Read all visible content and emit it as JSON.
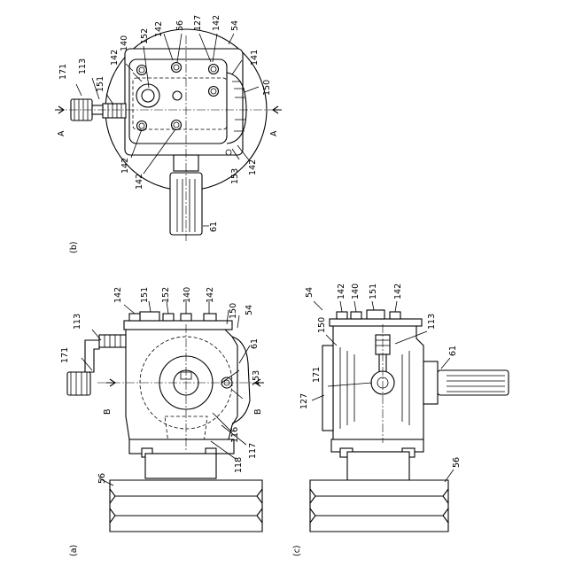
{
  "figure": {
    "views": [
      {
        "id": "a",
        "caption": "(a)",
        "labels": {
          "l171": "171",
          "l113": "113",
          "l142a": "142",
          "l151": "151",
          "l152": "152",
          "l140": "140",
          "l142b": "142",
          "l150": "150",
          "l54": "54",
          "l61": "61",
          "l153": "153",
          "l116": "116",
          "l117": "117",
          "l118": "118",
          "l56": "56",
          "secB1": "B",
          "secB2": "B"
        }
      },
      {
        "id": "b",
        "caption": "(b)",
        "labels": {
          "l171": "171",
          "l113": "113",
          "l151": "151",
          "l142a": "142",
          "l140": "140",
          "l152": "152",
          "l142b": "142",
          "l56": "56",
          "l127": "127",
          "l142c": "142",
          "l54": "54",
          "l141": "141",
          "l150": "150",
          "l142d": "142",
          "l142e": "142",
          "l153": "153",
          "l142f": "142",
          "l61": "61",
          "secA1": "A",
          "secA2": "A"
        }
      },
      {
        "id": "c",
        "caption": "(c)",
        "labels": {
          "l54": "54",
          "l142a": "142",
          "l140": "140",
          "l151": "151",
          "l142b": "142",
          "l150": "150",
          "l113": "113",
          "l127": "127",
          "l171": "171",
          "l61": "61",
          "l56": "56"
        }
      }
    ]
  }
}
